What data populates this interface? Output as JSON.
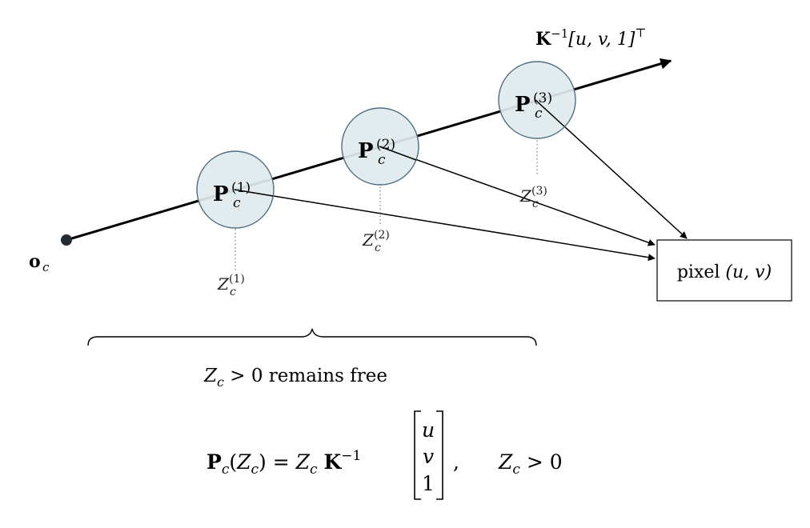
{
  "ray": {
    "direction_bold": "K",
    "direction_sup": "−1",
    "direction_bracket": "[u, v, 1]",
    "direction_transpose": "⊤"
  },
  "origin": {
    "bold": "o",
    "sub": "c"
  },
  "points": [
    {
      "bold": "P",
      "sub": "c",
      "sup": "(1)",
      "depth_var": "Z",
      "depth_sub": "c",
      "depth_sup": "(1)"
    },
    {
      "bold": "P",
      "sub": "c",
      "sup": "(2)",
      "depth_var": "Z",
      "depth_sub": "c",
      "depth_sup": "(2)"
    },
    {
      "bold": "P",
      "sub": "c",
      "sup": "(3)",
      "depth_var": "Z",
      "depth_sub": "c",
      "depth_sup": "(3)"
    }
  ],
  "pixel": {
    "word": "pixel",
    "coords": "(u, v)"
  },
  "brace_caption": {
    "var": "Z",
    "sub": "c",
    "rest": " > 0 remains free"
  },
  "equation": {
    "lhs_bold": "P",
    "lhs_sub": "c",
    "lhs_arg_var": "Z",
    "lhs_arg_sub": "c",
    "eq": "=",
    "rhs_var": "Z",
    "rhs_sub": "c",
    "rhs_bold": "K",
    "rhs_sup": "−1",
    "vector": [
      "u",
      "v",
      "1"
    ],
    "comma": ",",
    "cond_var": "Z",
    "cond_sub": "c",
    "cond_rest": " > 0"
  },
  "colors": {
    "node_fill": "#dfeaed",
    "node_stroke": "#4d6f80",
    "line": "#000000",
    "origin_dot": "#222a33",
    "dotted": "#7d9199"
  }
}
